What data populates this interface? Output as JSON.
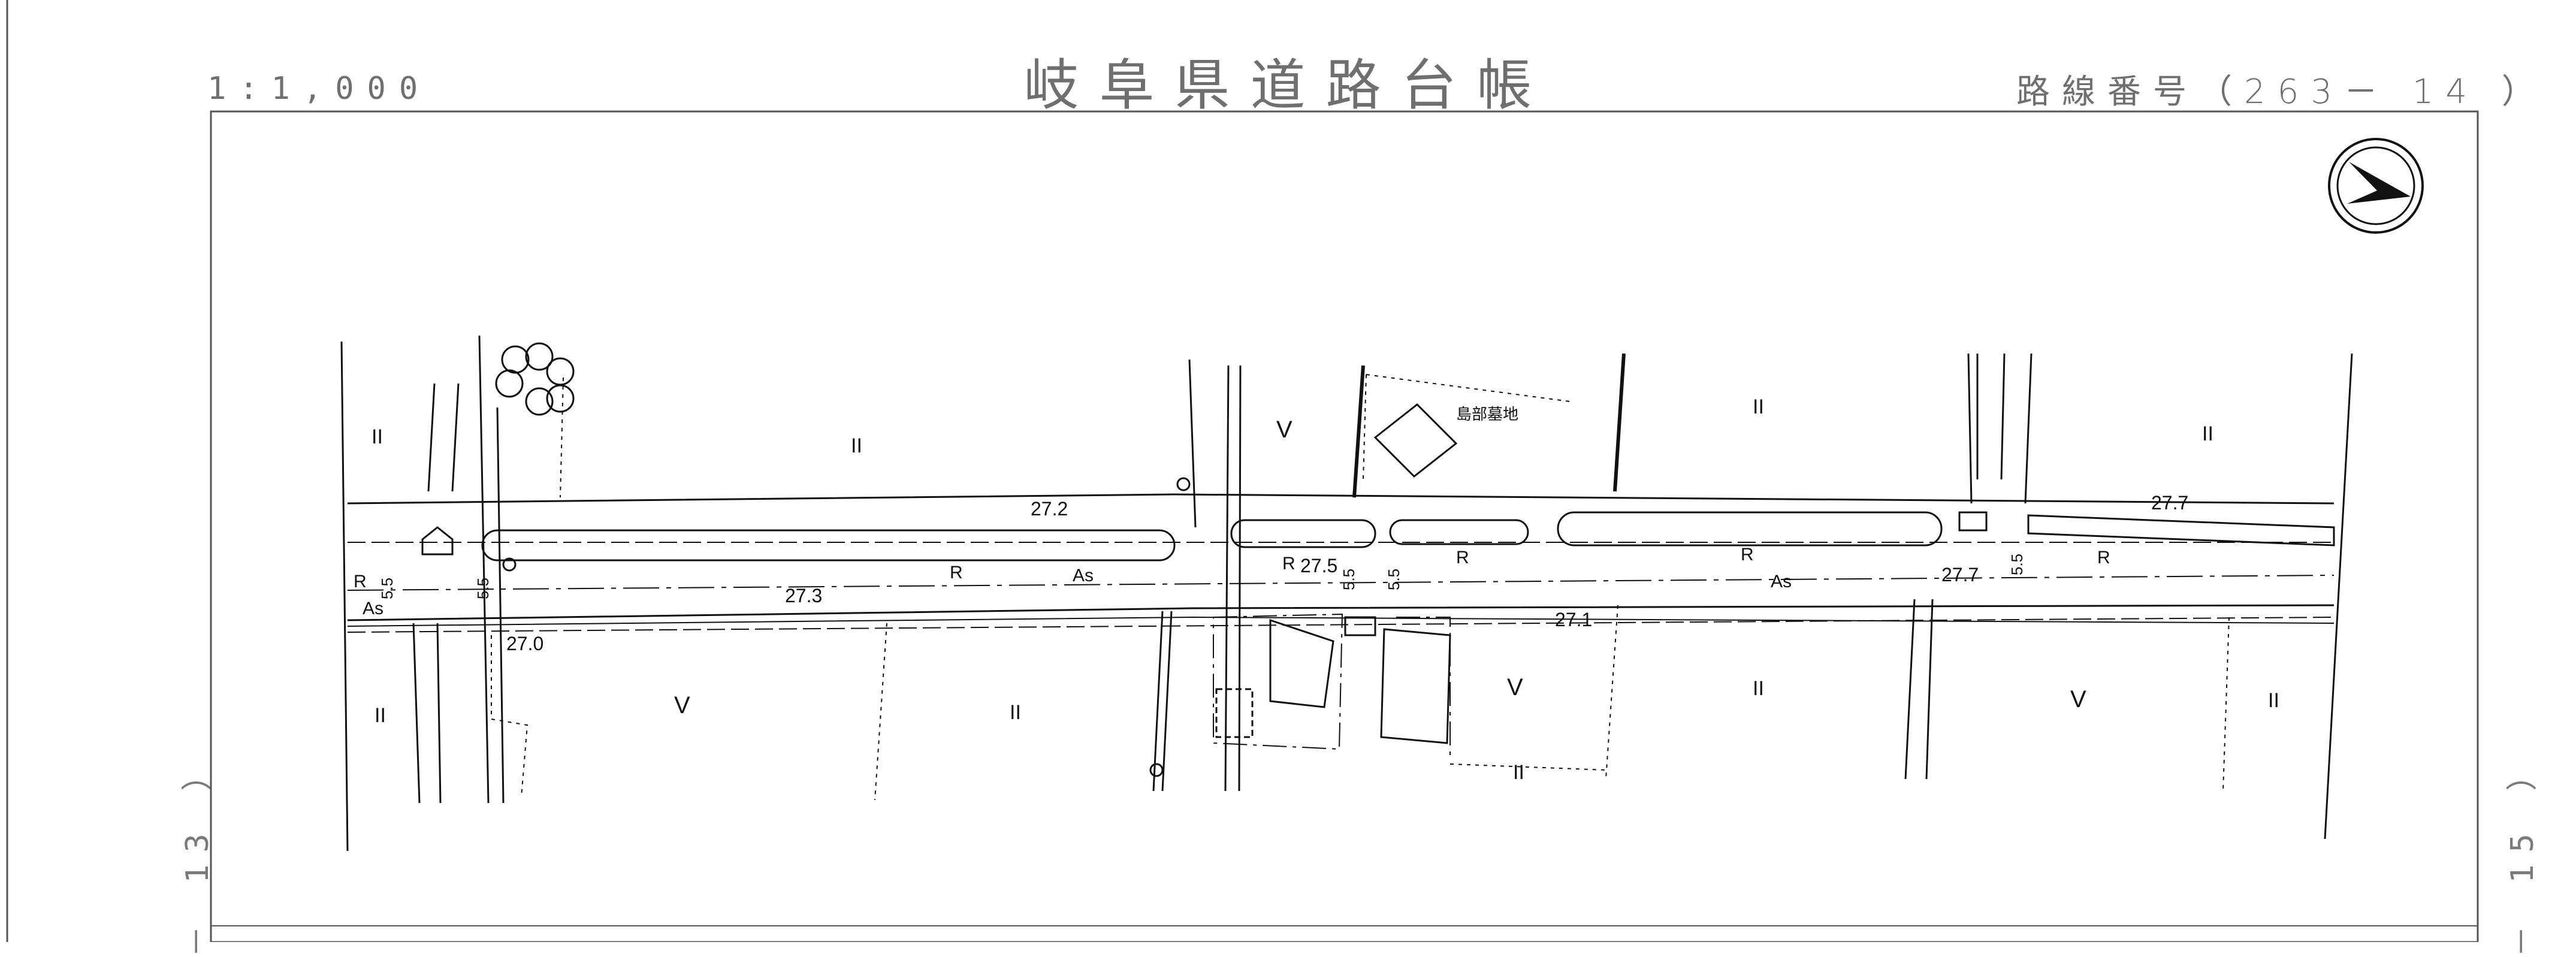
{
  "sheet": {
    "title": "岐阜県道路台帳",
    "scale": "1:1,000",
    "route_number": "路線番号（263－ 14 ）",
    "adjacent_left": "－ 13 ）",
    "adjacent_right": "－ 15 ）"
  },
  "map": {
    "elevations": {
      "e272": "27.2",
      "e273": "27.3",
      "e270": "27.0",
      "e275": "27.5",
      "e271": "27.1",
      "e277a": "27.7",
      "e277b": "27.7"
    },
    "widths": {
      "w1": "5.5",
      "w2": "5.5",
      "w3": "5.5",
      "w4": "5.5",
      "w5": "5.5"
    },
    "surface_labels": {
      "r1": "R",
      "r2": "R",
      "r3": "R",
      "r4": "R",
      "r5": "R",
      "r6": "R",
      "as1": "As",
      "as2": "As",
      "as3": "As"
    },
    "cemetery_label": "島部墓地",
    "land_use": {
      "paddy": "II",
      "field": "V"
    },
    "icons": [
      "north-arrow-icon",
      "wet-field-symbol",
      "dry-field-symbol",
      "tree-symbol",
      "hydrant-icon"
    ]
  }
}
